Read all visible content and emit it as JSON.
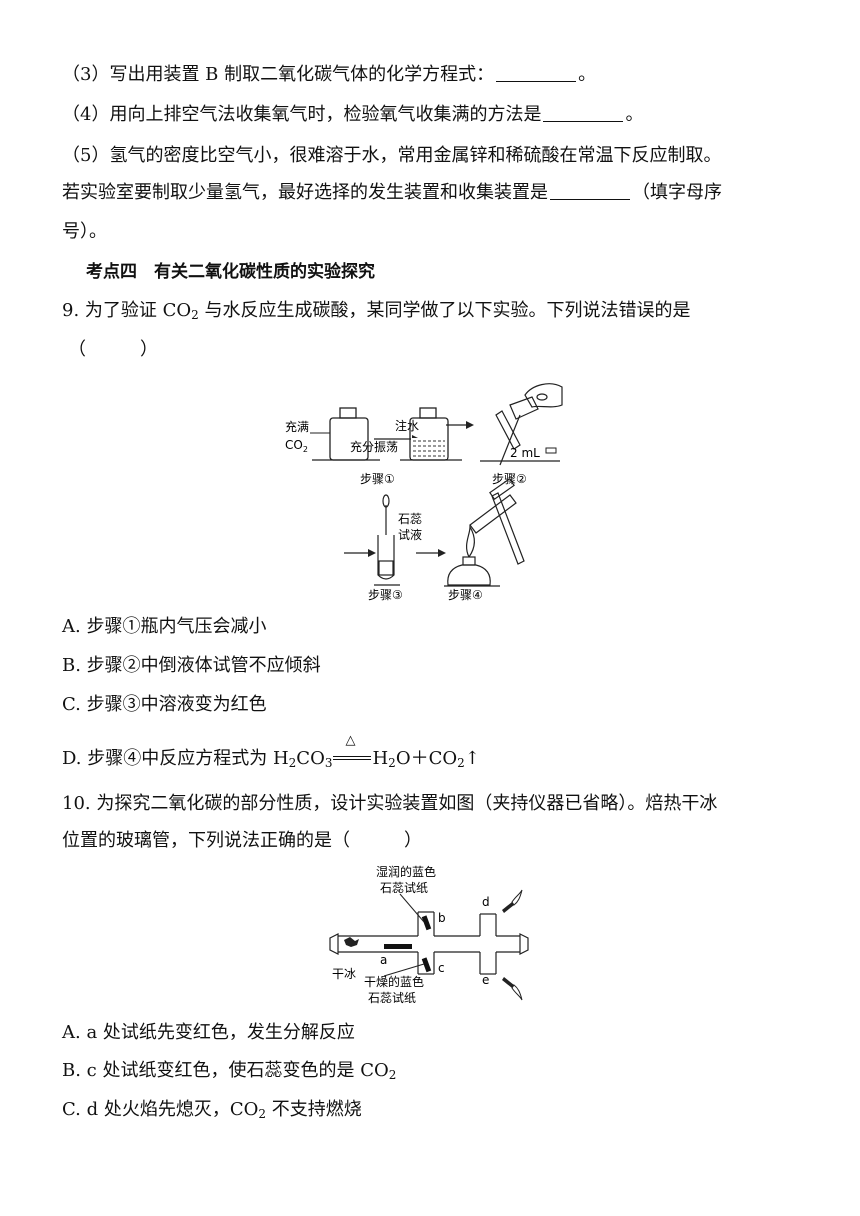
{
  "q3": {
    "text_before": "（3）写出用装置 B 制取二氧化碳气体的化学方程式：",
    "text_after": "。"
  },
  "q4": {
    "text_before": "（4）用向上排空气法收集氧气时，检验氧气收集满的方法是",
    "text_after": "。"
  },
  "q5": {
    "line1": "（5）氢气的密度比空气小，很难溶于水，常用金属锌和稀硫酸在常温下反应制取。",
    "line2_before": "若实验室要制取少量氢气，最好选择的发生装置和收集装置是",
    "line2_after": "（填字母序",
    "line3": "号）。"
  },
  "section4": {
    "title": "考点四　有关二氧化碳性质的实验探究"
  },
  "q9": {
    "stem_line1_a": "9. 为了验证 CO",
    "stem_line1_sub": "2",
    "stem_line1_b": " 与水反应生成碳酸，某同学做了以下实验。下列说法错误的是",
    "stem_line2": "（　　　）",
    "figure": {
      "label_full": "充满",
      "label_co2": "CO",
      "label_co2_sub": "2",
      "label_water": "注水",
      "label_shake": "充分振荡",
      "label_2ml": "2 mL",
      "label_litmus1": "石蕊",
      "label_litmus2": "试液",
      "step1": "步骤①",
      "step2": "步骤②",
      "step3": "步骤③",
      "step4": "步骤④"
    },
    "options": {
      "A": "A. 步骤①瓶内气压会减小",
      "B": "B. 步骤②中倒液体试管不应倾斜",
      "C": "C. 步骤③中溶液变为红色",
      "D_before": "D. 步骤④中反应方程式为 H",
      "D_formula": [
        "2",
        "CO",
        "3",
        "H",
        "2",
        "O＋CO",
        "2",
        "↑"
      ],
      "D_condition": "△"
    }
  },
  "q10": {
    "stem_line1": "10. 为探究二氧化碳的部分性质，设计实验装置如图（夹持仪器已省略）。焙热干冰",
    "stem_line2": "位置的玻璃管，下列说法正确的是（　　　）",
    "figure": {
      "label_wet1": "湿润的蓝色",
      "label_wet2": "石蕊试纸",
      "label_dry1": "干燥的蓝色",
      "label_dry2": "石蕊试纸",
      "label_dryice": "干冰",
      "label_a": "a",
      "label_b": "b",
      "label_c": "c",
      "label_d": "d",
      "label_e": "e"
    },
    "options": {
      "A": "A. a 处试纸先变红色，发生分解反应",
      "B_before": "B. c 处试纸变红色，使石蕊变色的是 CO",
      "B_sub": "2",
      "C_before": "C. d 处火焰先熄灭，CO",
      "C_sub": "2",
      "C_after": " 不支持燃烧"
    }
  }
}
